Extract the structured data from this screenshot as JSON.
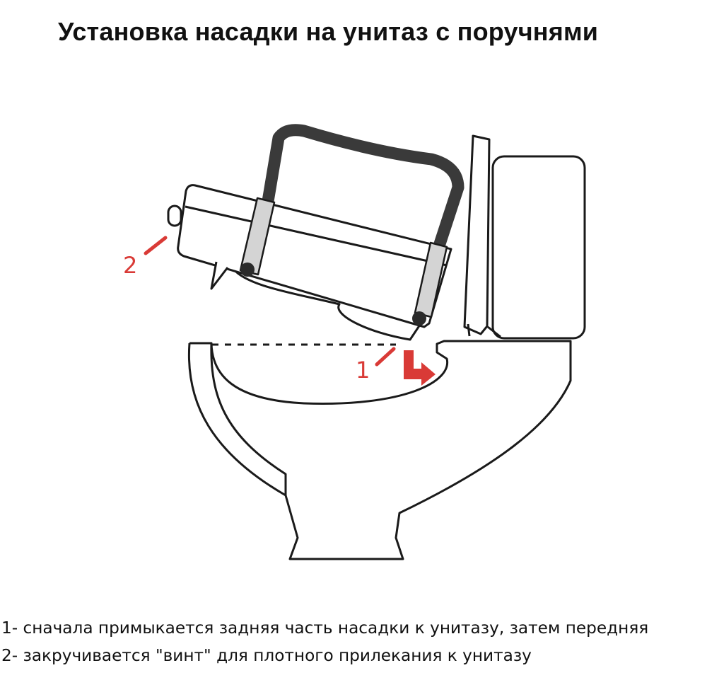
{
  "title": "Установка насадки на унитаз с поручнями",
  "callouts": {
    "one": "1",
    "two": "2"
  },
  "notes": [
    "1- сначала примыкается задняя часть насадки к унитазу, затем передняя",
    "2- закручивается \"винт\" для плотного прилекания к унитазу"
  ],
  "colors": {
    "ink": "#1a1a1a",
    "accent": "#d93a36",
    "strap": "#d4d4d4",
    "handle": "#3a3a3a"
  }
}
